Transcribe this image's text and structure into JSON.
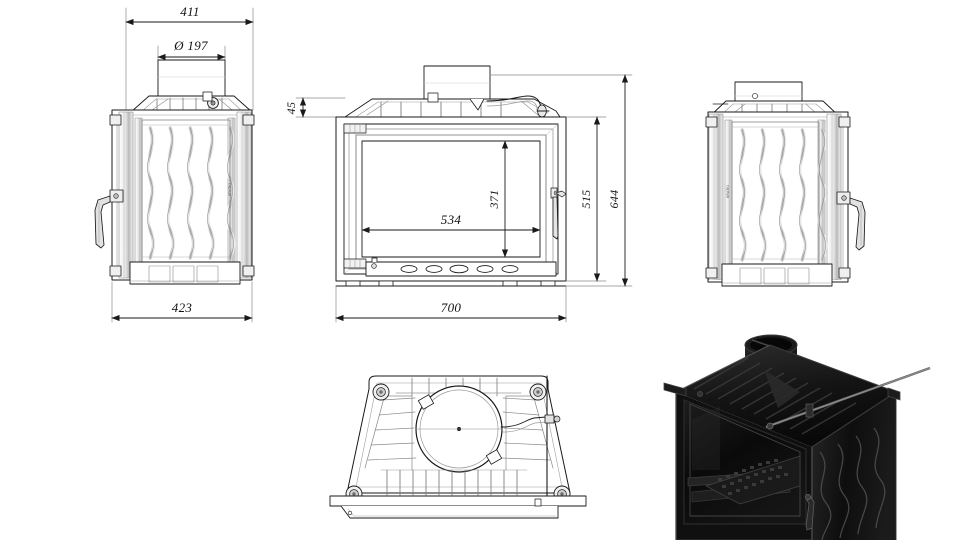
{
  "drawing": {
    "title": "Fireplace insert technical drawing",
    "background_color": "#ffffff",
    "line_color": "#1a1a1a",
    "thin_line_color": "#8a8a8a",
    "render_color": "#0b0b0b"
  },
  "views": {
    "left": {
      "name": "left-side-view",
      "label": ""
    },
    "front": {
      "name": "front-view",
      "label": ""
    },
    "right": {
      "name": "right-side-view",
      "label": ""
    },
    "top": {
      "name": "top-view",
      "label": ""
    },
    "render": {
      "name": "isometric-render",
      "label": ""
    }
  },
  "dimensions": {
    "flue_outer_width": "411",
    "flue_diameter": "Ø 197",
    "left_depth": "423",
    "top_offset": "45",
    "glass_width": "534",
    "glass_height": "371",
    "body_height": "515",
    "total_height": "644",
    "total_width": "700"
  },
  "front_features": {
    "vent_count": 5,
    "rib_count": 7
  }
}
